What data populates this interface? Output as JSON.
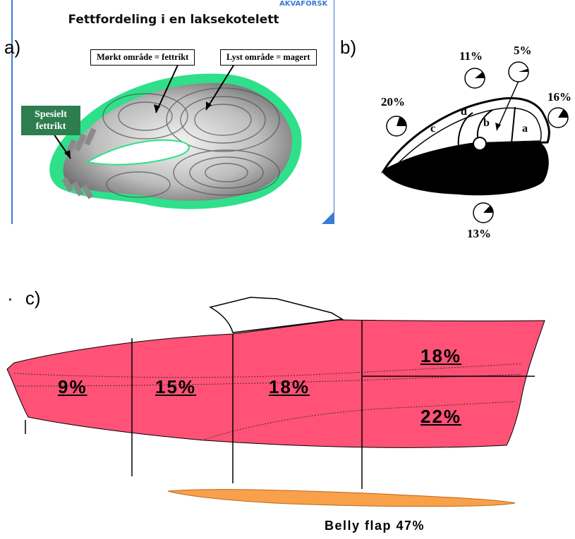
{
  "panel_a": {
    "label": "a)",
    "title": "Fettfordeling i en laksekotelett",
    "logo_text": "AKVAFORSK",
    "callout_dark": "Mørkt område = fettrikt",
    "callout_light": "Lyst område = magert",
    "green_label_line1": "Spesielt",
    "green_label_line2": "fettrikt",
    "colors": {
      "fat_rim": "#2fe08a",
      "box_green": "#2e7d4f",
      "frame_blue": "#3a7bd5"
    }
  },
  "panel_b": {
    "label": "b)",
    "regions": [
      "a",
      "b",
      "c",
      "d"
    ],
    "pies": [
      {
        "label": "20%",
        "fraction": 0.2
      },
      {
        "label": "11%",
        "fraction": 0.11
      },
      {
        "label": "5%",
        "fraction": 0.05
      },
      {
        "label": "16%",
        "fraction": 0.16
      },
      {
        "label": "13%",
        "fraction": 0.13
      }
    ]
  },
  "panel_c": {
    "label": "c)",
    "dot": "·",
    "segments": [
      "9%",
      "15%",
      "18%",
      "18%",
      "22%"
    ],
    "belly_flap": "Belly flap  47%",
    "colors": {
      "fillet": "#ff5276",
      "belly": "#f9a04a"
    }
  }
}
